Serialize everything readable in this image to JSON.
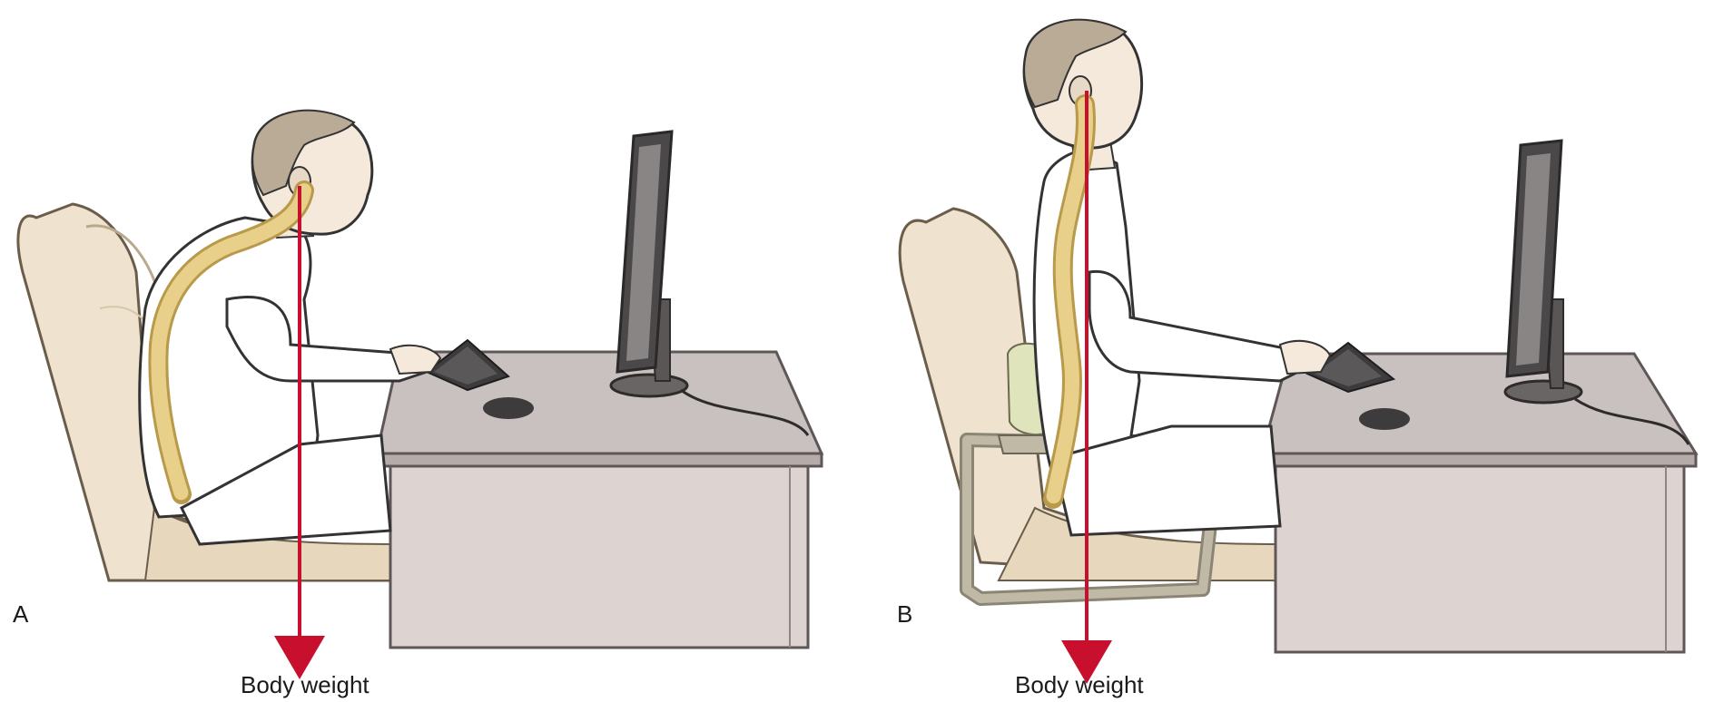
{
  "panels": [
    {
      "letter": "A",
      "caption": "Body weight",
      "posture": "slouched"
    },
    {
      "letter": "B",
      "caption": "Body weight",
      "posture": "upright-with-lumbar-support"
    }
  ],
  "colors": {
    "chair": "#efe3cf",
    "chair_shadow": "#d7c6ab",
    "skin": "#f5e9dc",
    "hair": "#b9ab95",
    "shirt": "#ffffff",
    "spine": "#e8cf8a",
    "desk_front": "#ddd4d2",
    "desk_top": "#c9c1bf",
    "monitor": "#4a4848",
    "arrow": "#c8102e",
    "lumbar_pad": "#dfe4bd",
    "chair_frame": "#bfb9a6"
  }
}
